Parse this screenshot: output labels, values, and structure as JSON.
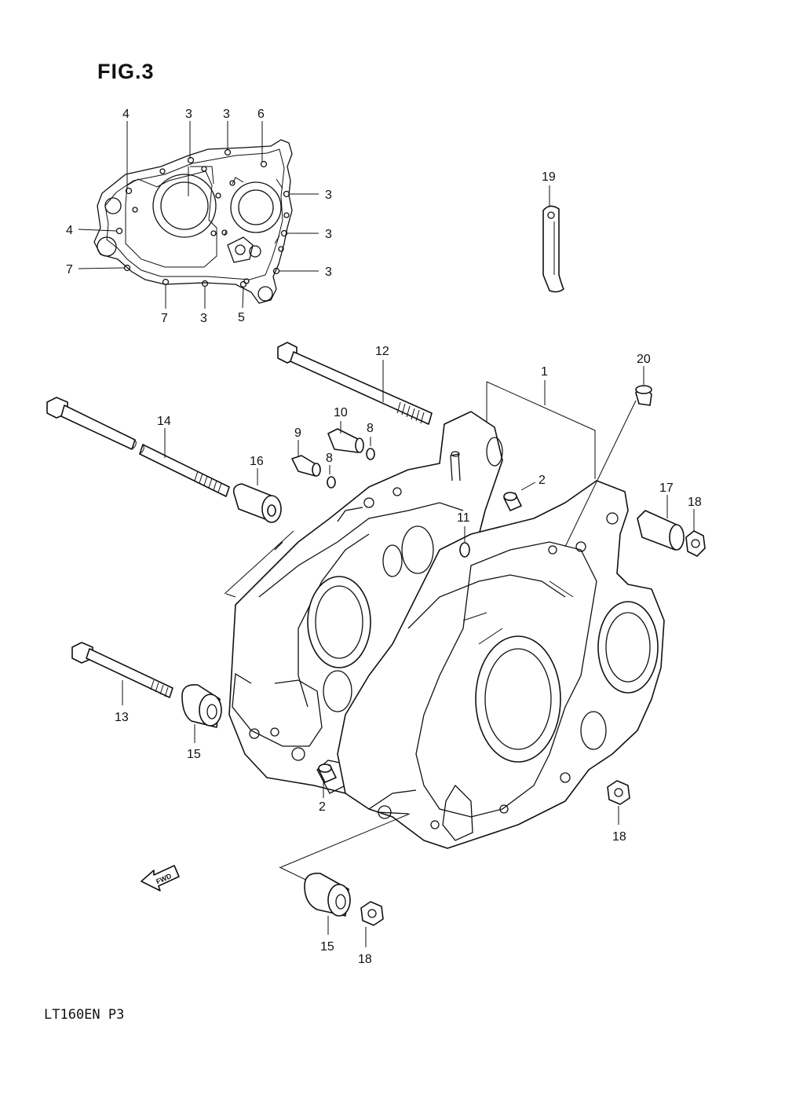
{
  "figure": {
    "title": "FIG.3",
    "code": "LT160EN P3"
  },
  "fwd_badge": "FWD",
  "gasket_callouts": [
    {
      "id": "g4a",
      "label": "4"
    },
    {
      "id": "g3a",
      "label": "3"
    },
    {
      "id": "g3b",
      "label": "3"
    },
    {
      "id": "g6",
      "label": "6"
    },
    {
      "id": "g3c",
      "label": "3"
    },
    {
      "id": "g4b",
      "label": "4"
    },
    {
      "id": "g3d",
      "label": "3"
    },
    {
      "id": "g7a",
      "label": "7"
    },
    {
      "id": "g3e",
      "label": "3"
    },
    {
      "id": "g7b",
      "label": "7"
    },
    {
      "id": "g3f",
      "label": "3"
    },
    {
      "id": "g5",
      "label": "5"
    }
  ],
  "part_callouts": [
    {
      "id": "p19",
      "label": "19"
    },
    {
      "id": "p12",
      "label": "12"
    },
    {
      "id": "p1",
      "label": "1"
    },
    {
      "id": "p20",
      "label": "20"
    },
    {
      "id": "p14",
      "label": "14"
    },
    {
      "id": "p10",
      "label": "10"
    },
    {
      "id": "p9",
      "label": "9"
    },
    {
      "id": "p8a",
      "label": "8"
    },
    {
      "id": "p8b",
      "label": "8"
    },
    {
      "id": "p16",
      "label": "16"
    },
    {
      "id": "p2a",
      "label": "2"
    },
    {
      "id": "p17",
      "label": "17"
    },
    {
      "id": "p18a",
      "label": "18"
    },
    {
      "id": "p11",
      "label": "11"
    },
    {
      "id": "p13",
      "label": "13"
    },
    {
      "id": "p15a",
      "label": "15"
    },
    {
      "id": "p2b",
      "label": "2"
    },
    {
      "id": "p18b",
      "label": "18"
    },
    {
      "id": "p15b",
      "label": "15"
    },
    {
      "id": "p18c",
      "label": "18"
    }
  ]
}
